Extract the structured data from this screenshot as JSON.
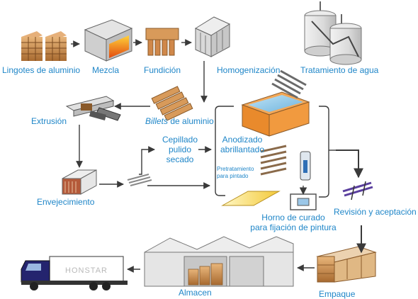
{
  "colors": {
    "label": "#1f86c8",
    "arrow": "#3a3a3a",
    "wood": "#c98a4a",
    "fire": "#f08a10",
    "truck": "#24246e"
  },
  "labels": {
    "lingotes": "Lingotes de aluminio",
    "mezcla": "Mezcla",
    "fundicion": "Fundición",
    "homogenizacion": "Homogenización",
    "tratamiento": "Tratamiento de agua",
    "extrusion": "Extrusión",
    "billets_italic": "Billets",
    "billets_rest": " de aluminio",
    "cepillado": [
      "Cepillado",
      "pulido",
      "secado"
    ],
    "anodizado": [
      "Anodizado",
      "abrillantado"
    ],
    "pretratamiento": [
      "Pretratamiento",
      "para pintado"
    ],
    "envejecimiento": "Envejecimiento",
    "horno": [
      "Horno de curado",
      "para fijación de pintura"
    ],
    "revision": "Revisión y aceptación",
    "empaque": "Empaque",
    "almacen": "Almacen"
  },
  "truck_brand": "HONSTAR"
}
